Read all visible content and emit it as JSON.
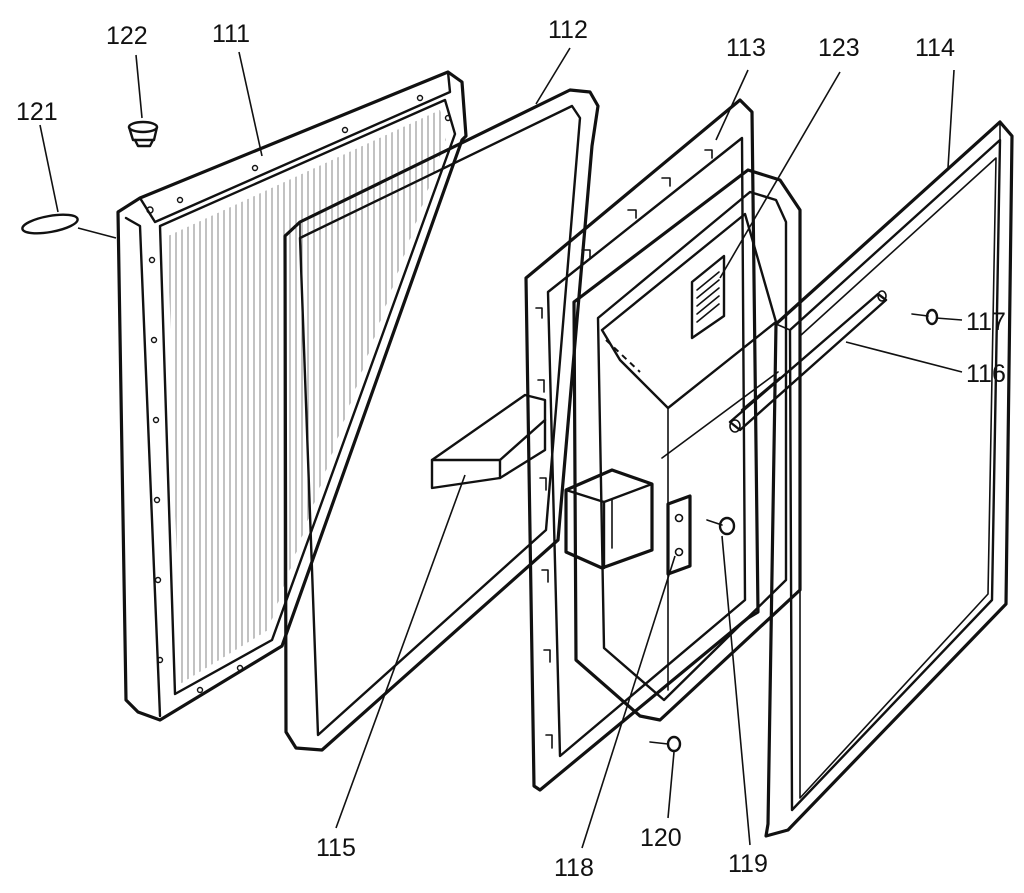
{
  "diagram": {
    "part_labels": {
      "p111": "111",
      "p112": "112",
      "p113": "113",
      "p114": "114",
      "p115": "115",
      "p116": "116",
      "p117": "117",
      "p118": "118",
      "p119": "119",
      "p120": "120",
      "p121": "121",
      "p122": "122",
      "p123": "123"
    }
  }
}
